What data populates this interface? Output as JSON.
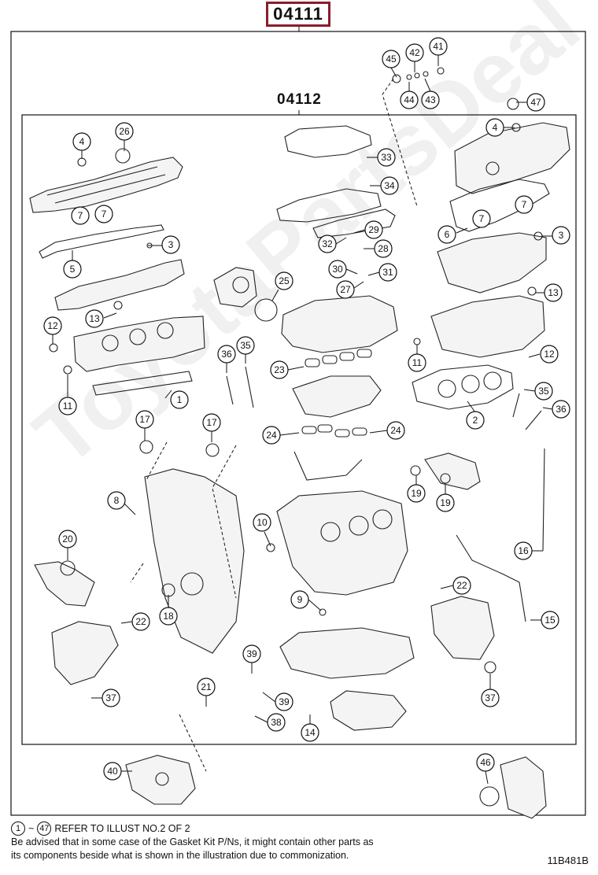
{
  "header": {
    "kit_code": "04111",
    "subkit_code": "04112"
  },
  "watermark": "ToyotaPartsDeal",
  "callouts": {
    "c1": "1",
    "c2": "2",
    "c3a": "3",
    "c3b": "3",
    "c4a": "4",
    "c4b": "4",
    "c5": "5",
    "c6": "6",
    "c7a": "7",
    "c7b": "7",
    "c7c": "7",
    "c7d": "7",
    "c8": "8",
    "c9": "9",
    "c10": "10",
    "c11a": "11",
    "c11b": "11",
    "c12a": "12",
    "c12b": "12",
    "c13a": "13",
    "c13b": "13",
    "c14": "14",
    "c15": "15",
    "c16": "16",
    "c17a": "17",
    "c17b": "17",
    "c18": "18",
    "c19a": "19",
    "c19b": "19",
    "c20": "20",
    "c21": "21",
    "c22a": "22",
    "c22b": "22",
    "c23": "23",
    "c24a": "24",
    "c24b": "24",
    "c25": "25",
    "c26": "26",
    "c27": "27",
    "c28": "28",
    "c29": "29",
    "c30": "30",
    "c31": "31",
    "c32": "32",
    "c33": "33",
    "c34": "34",
    "c35a": "35",
    "c35b": "35",
    "c36a": "36",
    "c36b": "36",
    "c37a": "37",
    "c37b": "37",
    "c38": "38",
    "c39a": "39",
    "c39b": "39",
    "c40": "40",
    "c41": "41",
    "c42": "42",
    "c43": "43",
    "c44": "44",
    "c45": "45",
    "c46": "46",
    "c47": "47"
  },
  "note": {
    "range_start": "1",
    "range_sep": "~",
    "range_end": "47",
    "line1": "REFER TO ILLUST NO.2 OF 2",
    "line2": "Be advised that in some case of the Gasket Kit P/Ns,  it might contain other parts as",
    "line3": "its components beside what is shown in the illustration due to commonization."
  },
  "illustration_code": "11B481B"
}
